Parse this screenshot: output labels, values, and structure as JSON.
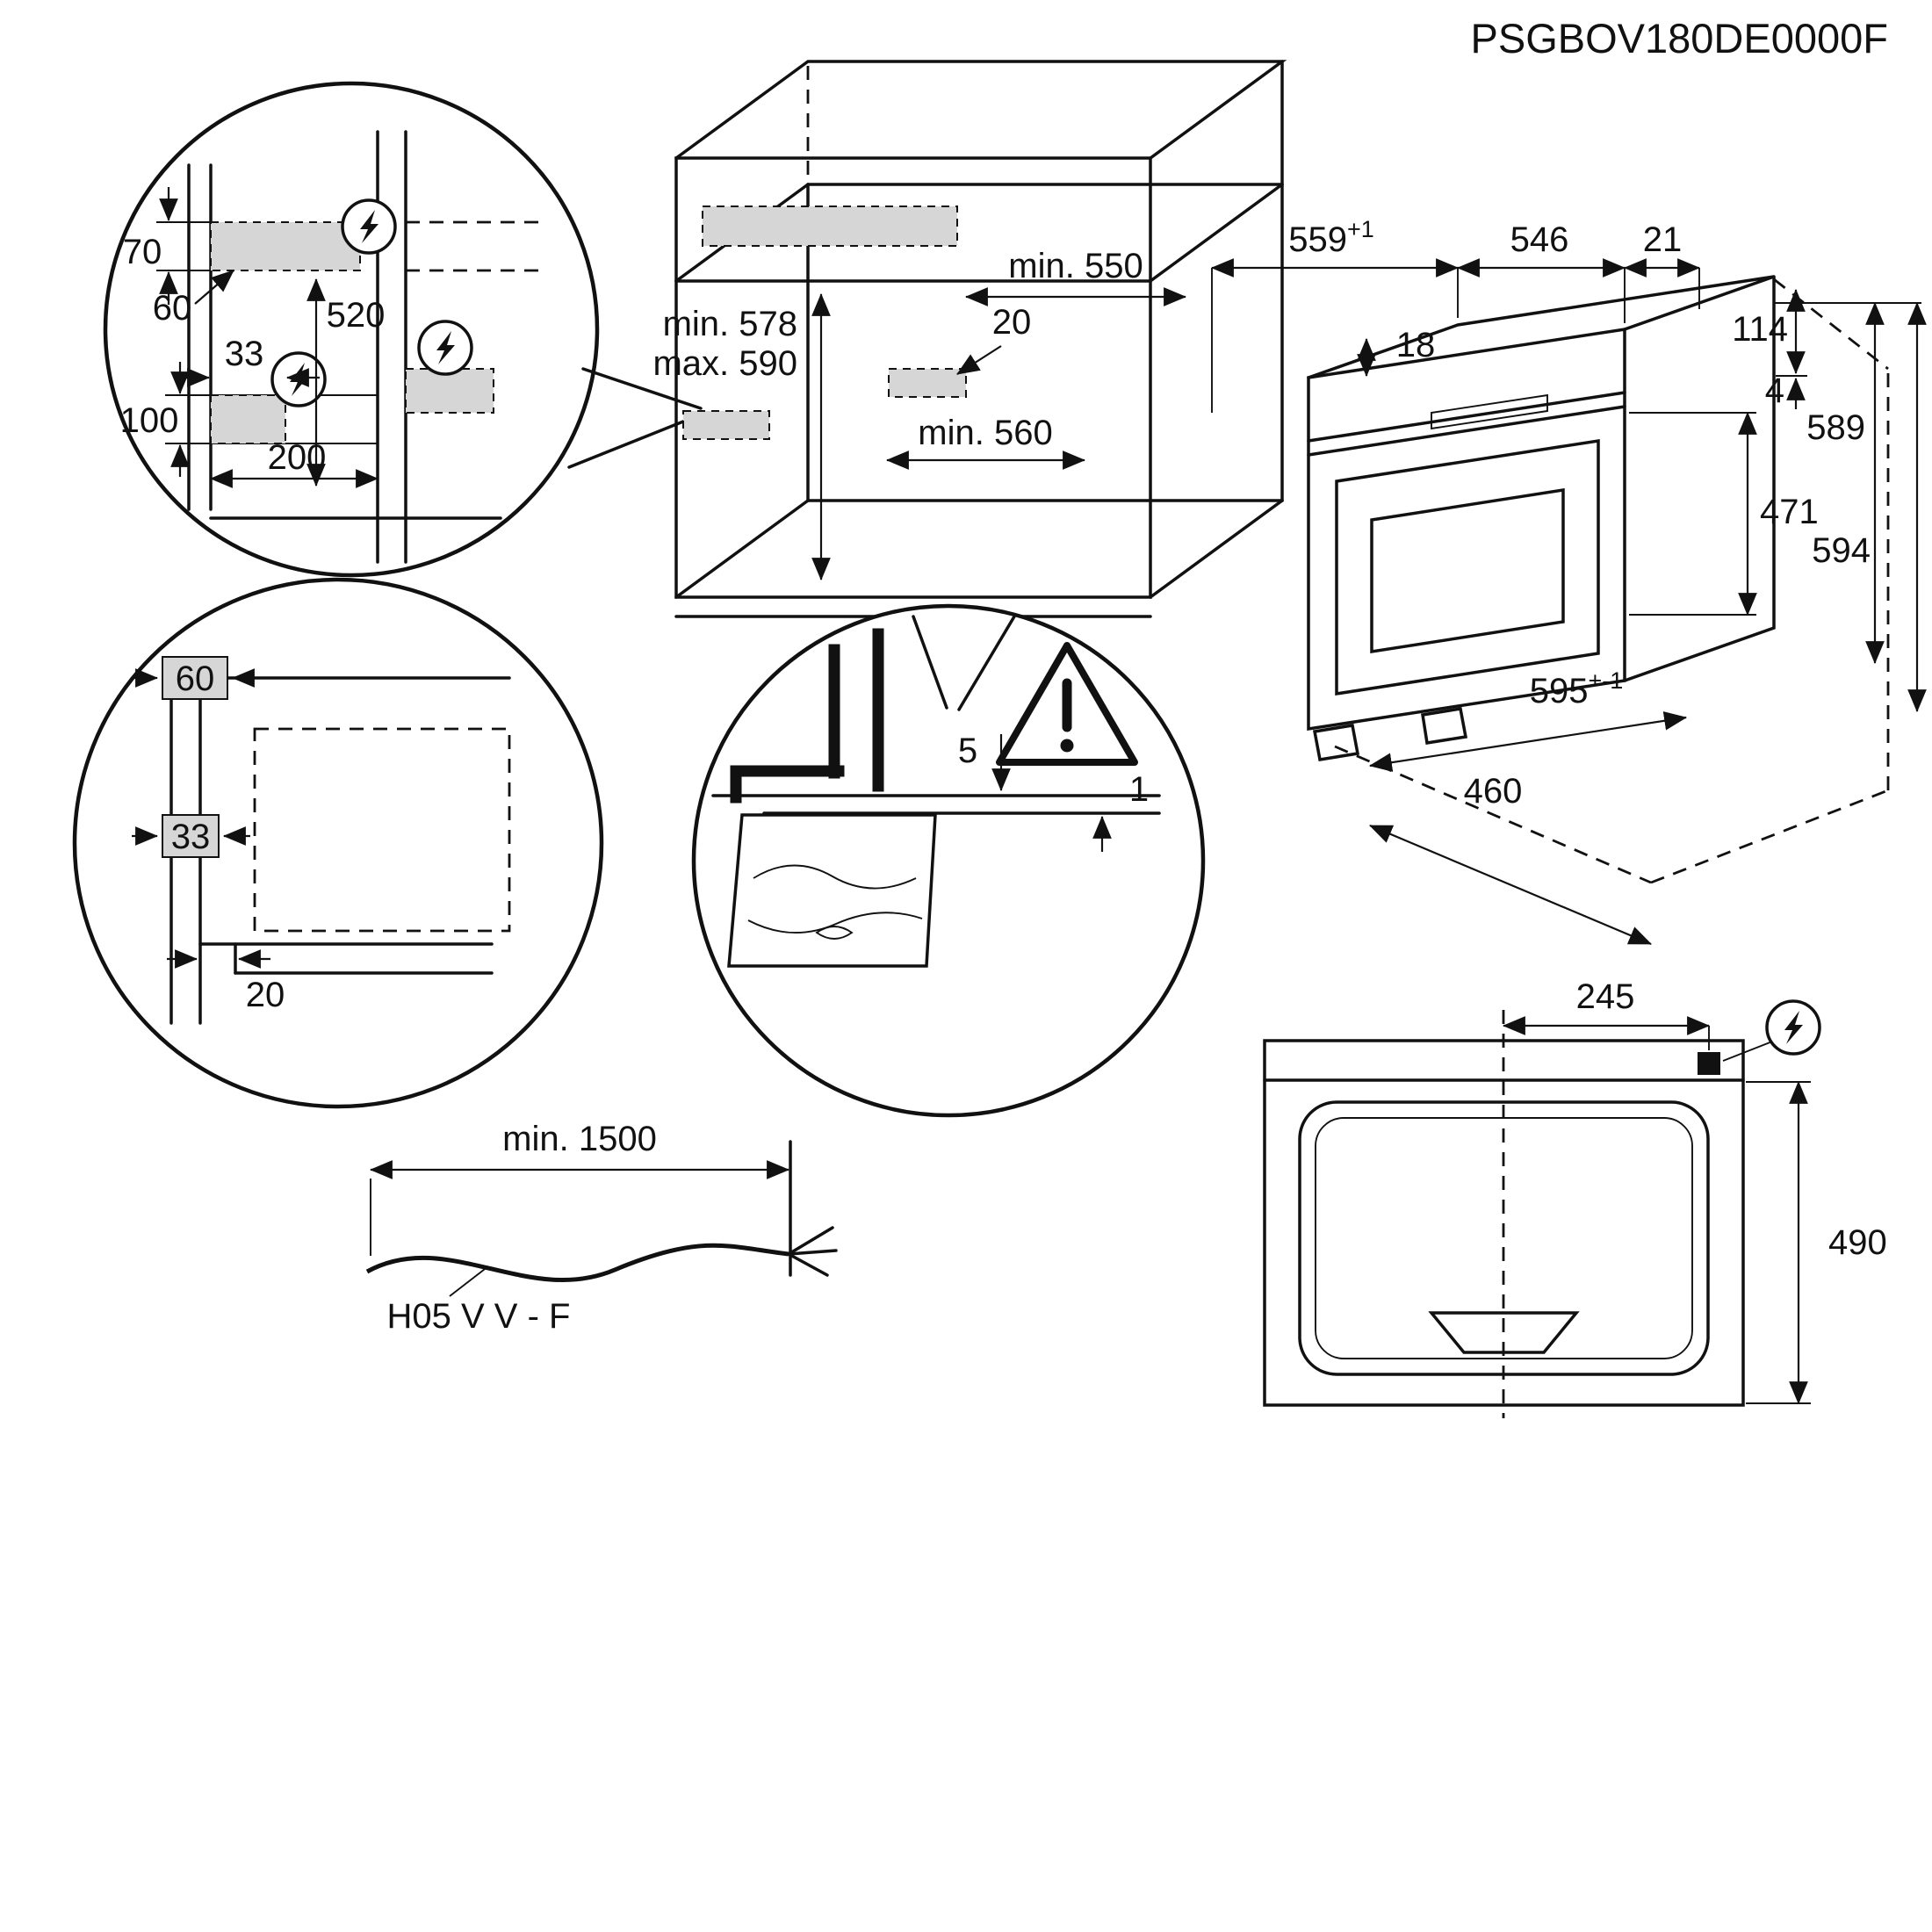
{
  "doc_code": "PSGBOV180DE0000F",
  "icons": {
    "power": "lightning-bolt",
    "warning": "exclamation-mark"
  },
  "wall_detail": {
    "strip_height": "70",
    "front_inset": "60",
    "spacing": "520",
    "pad_width": "33",
    "pad_height": "100",
    "pad_distance": "200"
  },
  "cabinet": {
    "width_min": "min. 550",
    "recess": "20",
    "height_min": "min. 578",
    "height_max": "max. 590",
    "depth_min": "min. 560"
  },
  "oven": {
    "depth": "559",
    "depth_tol": "+1",
    "width": "546",
    "door_proud": "21",
    "top_clearance": "18",
    "panel_height": "114",
    "gap": "4",
    "height": "589",
    "total_height": "594",
    "door_height": "471",
    "front_width": "595",
    "front_width_tol": "+-1",
    "niche_depth": "460"
  },
  "front_detail": {
    "pad_top": "60",
    "pad_side": "33",
    "bottom_offset": "20"
  },
  "gap_detail": {
    "top_gap": "5",
    "bottom_gap": "1"
  },
  "cable": {
    "length": "min. 1500",
    "type": "H05 V V - F"
  },
  "top_view": {
    "connection_offset": "245",
    "depth": "490"
  }
}
